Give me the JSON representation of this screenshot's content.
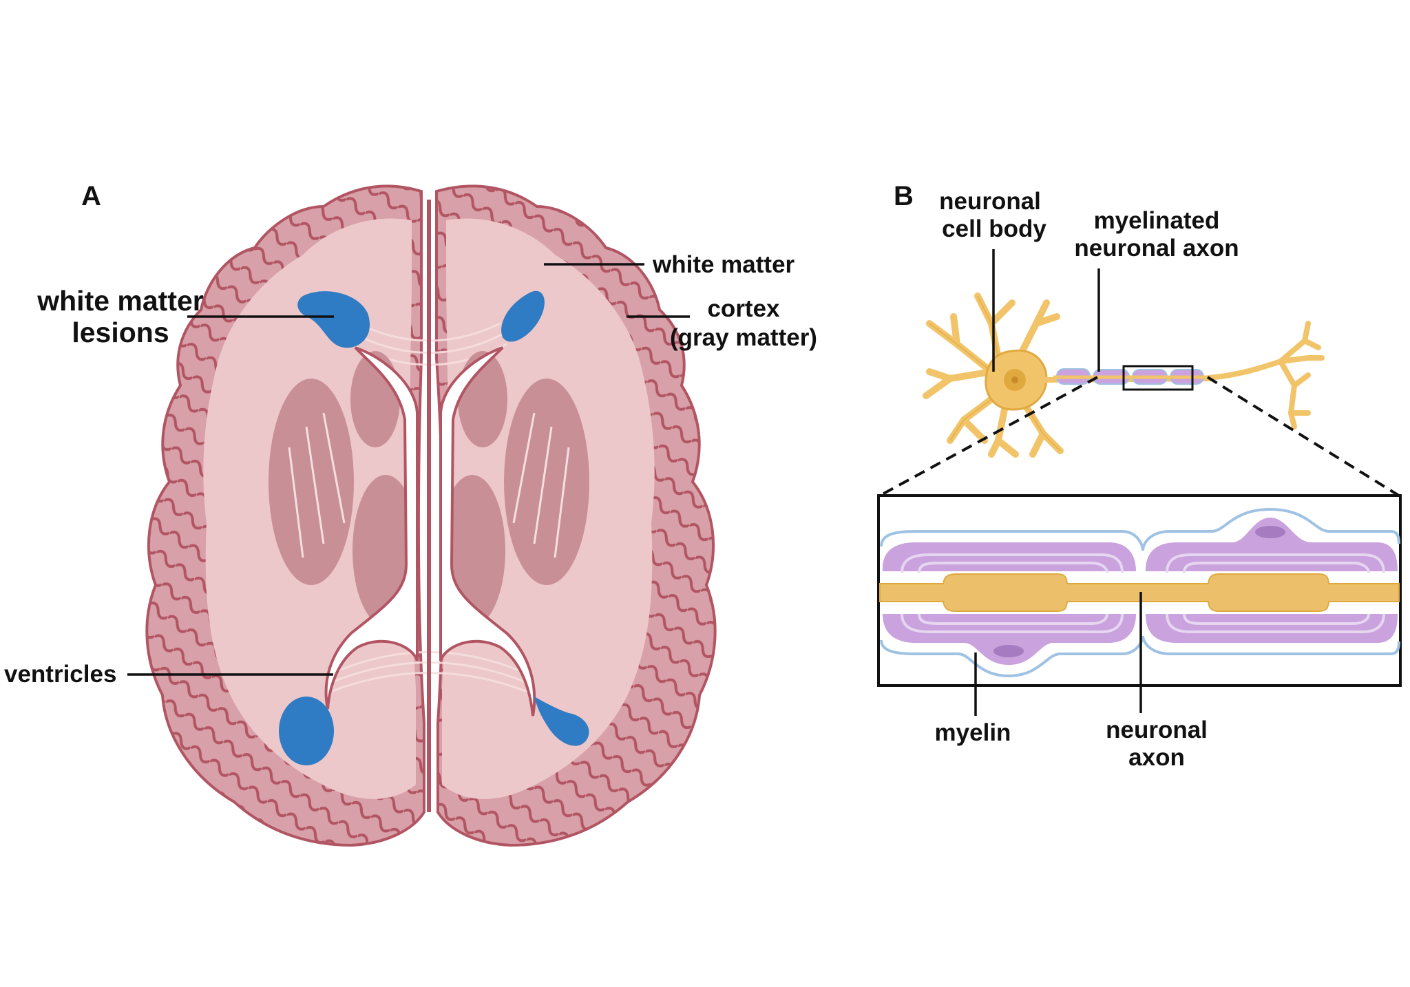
{
  "panels": {
    "a": "A",
    "b": "B"
  },
  "brain_labels": {
    "lesions": [
      "white matter",
      "lesions"
    ],
    "white_matter": "white matter",
    "cortex": [
      "cortex",
      "(gray matter)"
    ],
    "ventricles": "ventricles"
  },
  "neuron_labels": {
    "cell_body": [
      "neuronal",
      "cell body"
    ],
    "myelinated_axon": [
      "myelinated",
      "neuronal axon"
    ],
    "myelin": "myelin",
    "axon": [
      "neuronal",
      "axon"
    ]
  },
  "colors": {
    "cortex": "#d8a0a8",
    "cortex_edge": "#b25563",
    "white_matter": "#ecc8ca",
    "deep_nuclei": "#c98f97",
    "lesion": "#2f7bc4",
    "neuron": "#f2c46a",
    "neuron_edge": "#e0a940",
    "myelin": "#c9a2de",
    "myelin_light": "#e6d6f0",
    "sheath_outline": "#9fc2e4"
  }
}
